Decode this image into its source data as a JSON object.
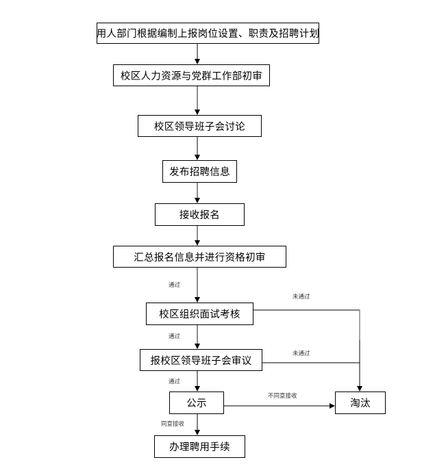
{
  "flowchart": {
    "steps": [
      {
        "id": "s1",
        "text": "用人部门根据编制上报岗位设置、职责及招聘计划"
      },
      {
        "id": "s2",
        "text": "校区人力资源与党群工作部初审"
      },
      {
        "id": "s3",
        "text": "校区领导班子会讨论"
      },
      {
        "id": "s4",
        "text": "发布招聘信息"
      },
      {
        "id": "s5",
        "text": "接收报名"
      },
      {
        "id": "s6",
        "text": "汇总报名信息并进行资格初审"
      },
      {
        "id": "s7",
        "text": "校区组织面试考核"
      },
      {
        "id": "s8",
        "text": "报校区领导班子会审议"
      },
      {
        "id": "s9",
        "text": "公示"
      },
      {
        "id": "s10",
        "text": "淘汰"
      },
      {
        "id": "s11",
        "text": "办理聘用手续"
      }
    ],
    "edge_labels": {
      "pass_1": "通过",
      "pass_2": "通过",
      "pass_3": "通过",
      "fail_1": "未通过",
      "fail_2": "未通过",
      "disagree": "不同意接收",
      "agree": "同意接收"
    },
    "edges": [
      {
        "from": "s1",
        "to": "s2",
        "label": ""
      },
      {
        "from": "s2",
        "to": "s3",
        "label": ""
      },
      {
        "from": "s3",
        "to": "s4",
        "label": ""
      },
      {
        "from": "s4",
        "to": "s5",
        "label": ""
      },
      {
        "from": "s5",
        "to": "s6",
        "label": ""
      },
      {
        "from": "s6",
        "to": "s7",
        "label": "通过"
      },
      {
        "from": "s7",
        "to": "s8",
        "label": "通过"
      },
      {
        "from": "s7",
        "to": "s10",
        "label": "未通过"
      },
      {
        "from": "s8",
        "to": "s9",
        "label": "通过"
      },
      {
        "from": "s8",
        "to": "s10",
        "label": "未通过"
      },
      {
        "from": "s9",
        "to": "s10",
        "label": "不同意接收"
      },
      {
        "from": "s9",
        "to": "s11",
        "label": "同意接收"
      }
    ]
  }
}
